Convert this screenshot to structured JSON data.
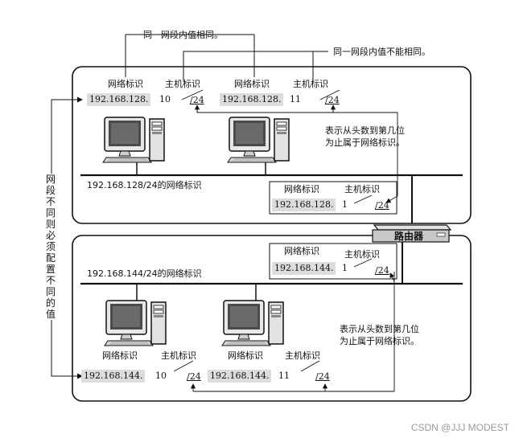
{
  "callouts": {
    "top_same": "同一网段内值相同。",
    "top_not_same": "同一网段内值不能相同。",
    "side_vertical": "网段不同则必须配置不同的值"
  },
  "labels": {
    "network_id": "网络标识",
    "host_id": "主机标识"
  },
  "network_a": {
    "caption": "192.168.128/24的网络标识",
    "host1": {
      "net": "192.168.128.",
      "host": "10",
      "mask": "/24"
    },
    "host2": {
      "net": "192.168.128.",
      "host": "11",
      "mask": "/24"
    },
    "router_if": {
      "net": "192.168.128.",
      "host": "1",
      "mask": "/24"
    },
    "note_line1": "表示从头数到第几位",
    "note_line2": "为止属于网络标识。"
  },
  "network_b": {
    "caption": "192.168.144/24的网络标识",
    "host1": {
      "net": "192.168.144.",
      "host": "10",
      "mask": "/24"
    },
    "host2": {
      "net": "192.168.144.",
      "host": "11",
      "mask": "/24"
    },
    "router_if": {
      "net": "192.168.144.",
      "host": "1",
      "mask": "/24"
    },
    "note_line1": "表示从头数到第几位",
    "note_line2": "为止属于网络标识。"
  },
  "router": {
    "label": "路由器"
  },
  "watermark": "CSDN @JJJ MODEST"
}
